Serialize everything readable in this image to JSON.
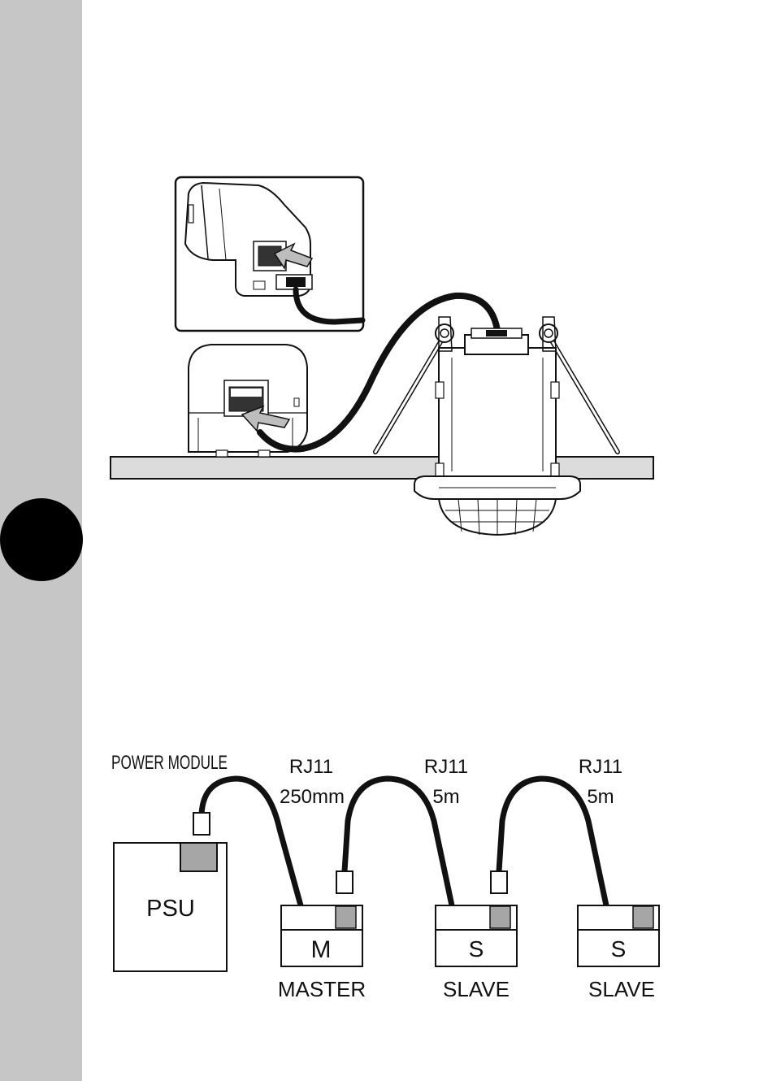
{
  "wiring": {
    "power_module": "POWER MODULE",
    "cable1_type": "RJ11",
    "cable1_length": "250mm",
    "cable2_type": "RJ11",
    "cable2_length": "5m",
    "cable3_type": "RJ11",
    "cable3_length": "5m",
    "psu": "PSU",
    "master_letter": "M",
    "slave1_letter": "S",
    "slave2_letter": "S",
    "master_caption": "MASTER",
    "slave1_caption": "SLAVE",
    "slave2_caption": "SLAVE"
  },
  "colors": {
    "sidebar": "#c6c6c6",
    "port": "#a6a6a6",
    "cable": "#111111",
    "ceiling": "#dcdcdc"
  }
}
